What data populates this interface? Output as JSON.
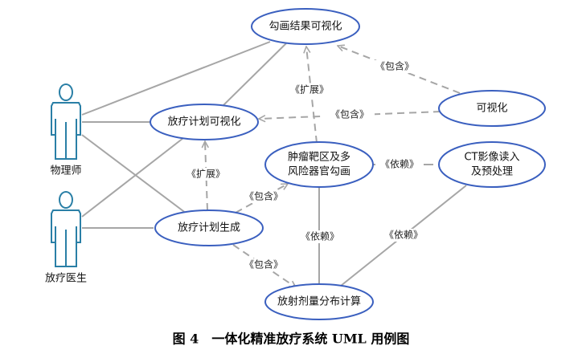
{
  "actors": {
    "physicist": "物理师",
    "doctor": "放疗医生"
  },
  "use_cases": {
    "contour_vis": "勾画结果可视化",
    "plan_vis": "放疗计划可视化",
    "vis": "可视化",
    "contour_line1": "肿瘤靶区及多",
    "contour_line2": "风险器官勾画",
    "ct_line1": "CT影像读入",
    "ct_line2": "及预处理",
    "plan_gen": "放疗计划生成",
    "dose_calc": "放射剂量分布计算"
  },
  "relations": {
    "extend": "《扩展》",
    "include": "《包含》",
    "depend": "《依赖》"
  },
  "caption": "图 4　一体化精准放疗系统 UML 用例图",
  "colors": {
    "usecase_border": "#3a5fbf",
    "actor": "#2a7fa6",
    "line": "#a6a6a6"
  }
}
